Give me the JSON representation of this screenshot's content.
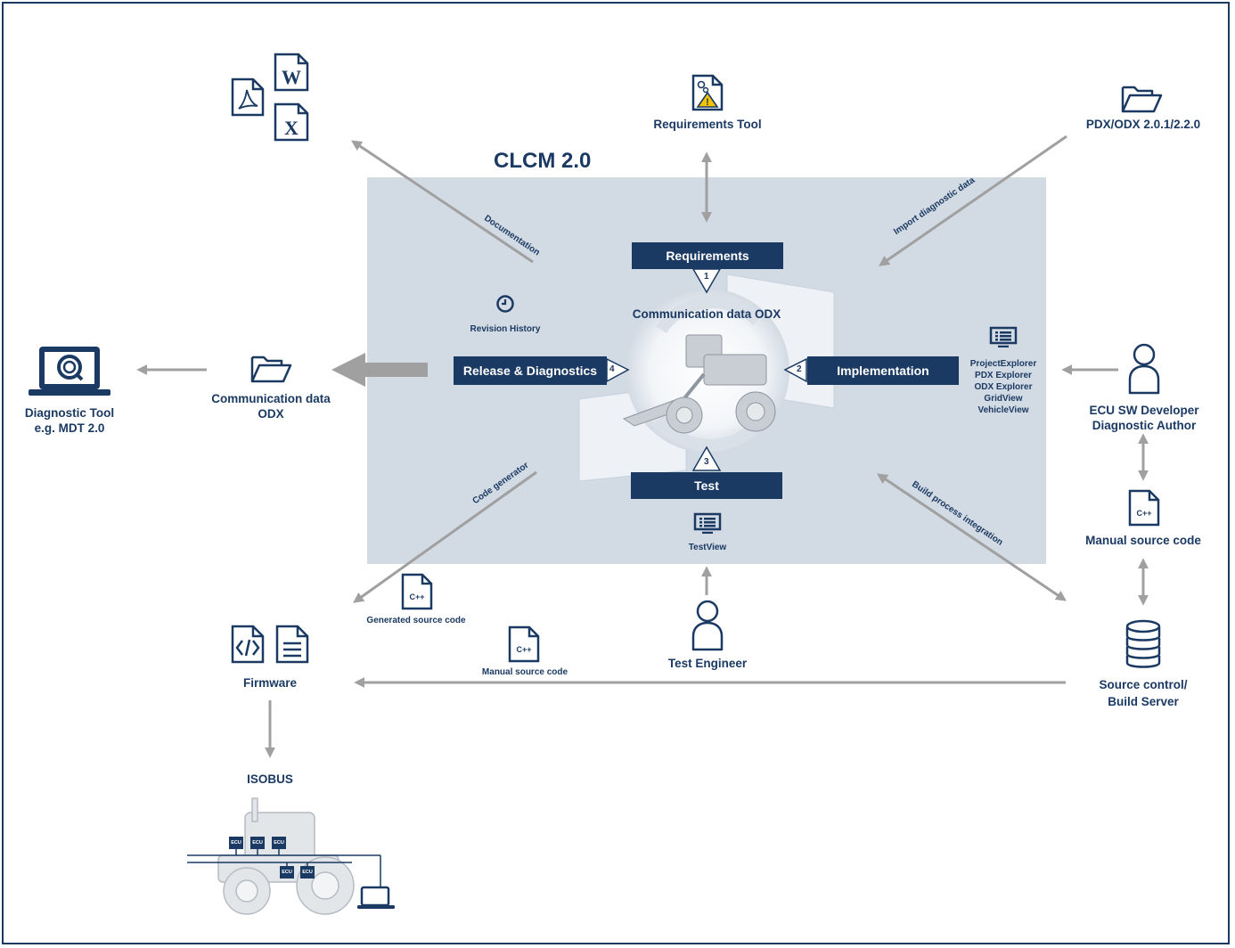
{
  "title": "CLCM 2.0",
  "colors": {
    "navy": "#1b3a63",
    "arrow": "#a0a0a0",
    "panel": "#d2dae3"
  },
  "cycle": {
    "requirements": "Requirements",
    "implementation": "Implementation",
    "test": "Test",
    "release": "Release & Diagnostics",
    "center": "Communication data ODX",
    "steps": [
      "1",
      "2",
      "3",
      "4"
    ]
  },
  "nodes": {
    "requirements_tool": "Requirements Tool",
    "pdx": "PDX/ODX 2.0.1/2.2.0",
    "revision_history": "Revision History",
    "implementation_tools": [
      "ProjectExplorer",
      "PDX Explorer",
      "ODX Explorer",
      "GridView",
      "VehicleView"
    ],
    "testview": "TestView",
    "diagnostic_tool": [
      "Diagnostic Tool",
      "e.g. MDT 2.0"
    ],
    "comm_data": [
      "Communication data",
      "ODX"
    ],
    "developer": [
      "ECU SW Developer",
      "Diagnostic Author"
    ],
    "manual_source": "Manual source code",
    "source_control": [
      "Source control/",
      "Build Server"
    ],
    "generated_source": "Generated source code",
    "manual_source_small": "Manual source code",
    "test_engineer": "Test Engineer",
    "firmware": "Firmware",
    "isobus": "ISOBUS",
    "cpp": "C++",
    "ecu": "ECU"
  },
  "arrow_labels": {
    "documentation": "Documentation",
    "import": "Import diagnostic data",
    "code_generator": "Code generator",
    "build": "Build process integration"
  },
  "icons": [
    "word-icon",
    "excel-icon",
    "pdf-icon",
    "requirements-document-warning-icon",
    "folder-icon",
    "clock-icon",
    "monitor-list-icon",
    "laptop-magnifier-icon",
    "user-icon",
    "cpp-file-icon",
    "database-icon",
    "code-file-icon",
    "text-file-icon",
    "wheel-loader-image",
    "tractor-image"
  ]
}
